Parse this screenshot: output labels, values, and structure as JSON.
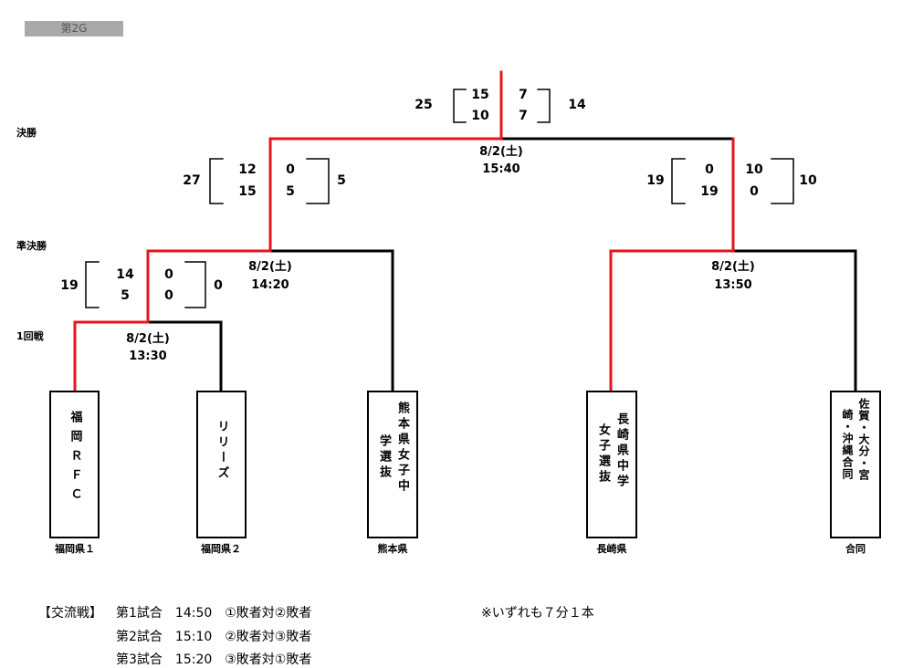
{
  "header": {
    "tag": "第2G"
  },
  "rounds": {
    "final": "決勝",
    "semi": "準決勝",
    "first": "1回戦"
  },
  "teams": [
    {
      "id": "fukuoka-rfc",
      "col1": "福岡ＲＦＣ",
      "col2": "",
      "prefecture": "福岡県１"
    },
    {
      "id": "lillies",
      "col1": "リリーズ",
      "col2": "",
      "prefecture": "福岡県２"
    },
    {
      "id": "kumamoto",
      "col1": "熊本県女子中",
      "col2": "学選抜",
      "prefecture": "熊本県"
    },
    {
      "id": "nagasaki",
      "col1": "長崎県中学",
      "col2": "女子選抜",
      "prefecture": "長崎県"
    },
    {
      "id": "joint",
      "col1": "佐賀・大分・宮",
      "col2": "崎・沖縄合同",
      "prefecture": "合同"
    }
  ],
  "matches": {
    "first": {
      "date": "8/2(土)",
      "time": "13:30",
      "left_total": "19",
      "left_h1": "14",
      "left_h2": "5",
      "right_h1": "0",
      "right_h2": "0",
      "right_total": "0"
    },
    "semi_left": {
      "date": "8/2(土)",
      "time": "14:20",
      "left_total": "27",
      "left_h1": "12",
      "left_h2": "15",
      "right_h1": "0",
      "right_h2": "5",
      "right_total": "5"
    },
    "semi_right": {
      "date": "8/2(土)",
      "time": "13:50",
      "left_total": "19",
      "left_h1": "0",
      "left_h2": "19",
      "right_h1": "10",
      "right_h2": "0",
      "right_total": "10"
    },
    "final": {
      "date": "8/2(土)",
      "time": "15:40",
      "left_total": "25",
      "left_h1": "15",
      "left_h2": "10",
      "right_h1": "7",
      "right_h2": "7",
      "right_total": "14"
    }
  },
  "notes": {
    "label": "【交流戦】",
    "games": [
      "第1試合　14:50　①敗者対②敗者",
      "第2試合　15:10　②敗者対③敗者",
      "第3試合　15:20　③敗者対①敗者"
    ],
    "rule": "※いずれも７分１本"
  },
  "colors": {
    "winner_line": "#e8141b",
    "line": "#000000",
    "tag_bg": "#a9a9a9"
  }
}
